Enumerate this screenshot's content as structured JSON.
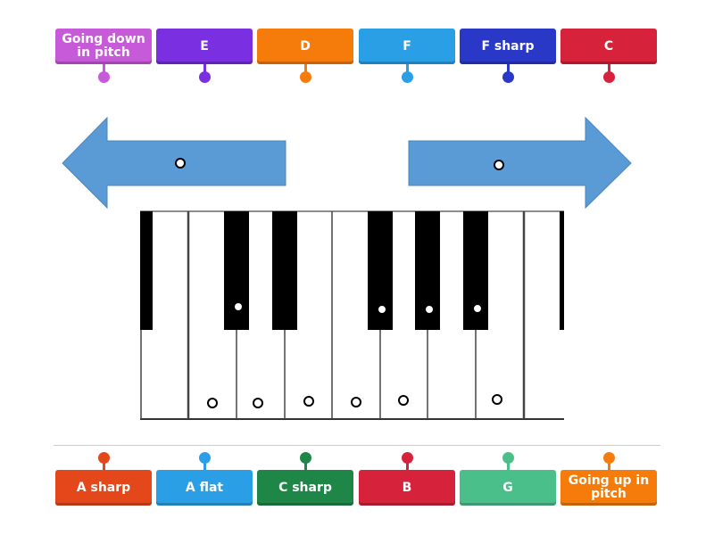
{
  "top_tiles": [
    {
      "label": "Going down in pitch",
      "color": "#c75ad8"
    },
    {
      "label": "E",
      "color": "#7a2fe0"
    },
    {
      "label": "D",
      "color": "#f57c0a"
    },
    {
      "label": "F",
      "color": "#2b9fe6"
    },
    {
      "label": "F sharp",
      "color": "#2a38c8"
    },
    {
      "label": "C",
      "color": "#d6223a"
    }
  ],
  "bottom_tiles": [
    {
      "label": "A sharp",
      "color": "#e4471a"
    },
    {
      "label": "A flat",
      "color": "#2b9fe6"
    },
    {
      "label": "C sharp",
      "color": "#1e8748"
    },
    {
      "label": "B",
      "color": "#d6223a"
    },
    {
      "label": "G",
      "color": "#4bbf8a"
    },
    {
      "label": "Going up in pitch",
      "color": "#f57c0a"
    }
  ]
}
